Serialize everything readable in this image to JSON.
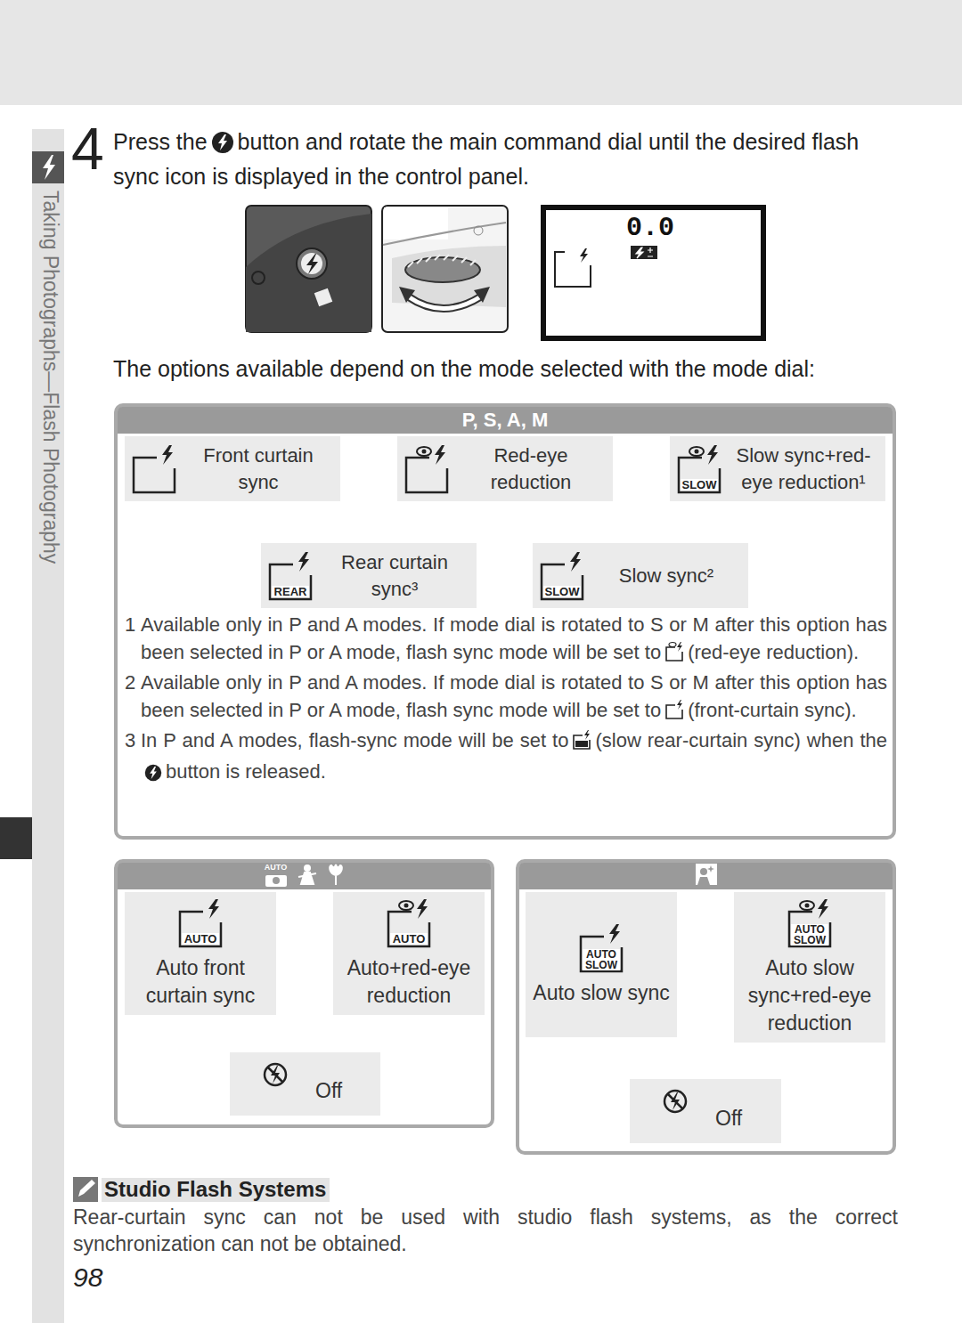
{
  "diagram": {
    "nodes": [
      {
        "text": [
          "P, S, A, M"
        ]
      },
      {
        "text": [
          "Front curtain sync"
        ],
        "in": 0
      },
      {
        "text": [
          "Red-eye reduction"
        ],
        "in": 0
      },
      {
        "text": [
          "SLOW",
          "Slow sync+red-eye reduction¹"
        ],
        "in": 0
      },
      {
        "text": [
          "REAR",
          "Rear curtain sync³"
        ],
        "in": 0
      },
      {
        "text": [
          "SLOW",
          "Slow sync²"
        ],
        "in": 0
      },
      {
        "text": [
          "AUTO"
        ]
      },
      {
        "text": [
          "AUTO",
          "Auto front curtain sync"
        ],
        "in": 6
      },
      {
        "text": [
          "AUTO",
          "Auto+red-eye reduction"
        ],
        "in": 6
      },
      {
        "text": [
          "Off"
        ],
        "in": 6
      },
      {
        "text": []
      },
      {
        "text": [
          "AUTO SLOW",
          "Auto slow sync"
        ],
        "in": 10
      },
      {
        "text": [
          "AUTO SLOW",
          "Auto slow sync+red-eye reduction"
        ],
        "in": 10
      },
      {
        "text": [
          "Off"
        ],
        "in": 10
      }
    ],
    "edges": [
      {
        "from": 1,
        "to": 2,
        "arrow": "both"
      },
      {
        "from": 2,
        "to": 3,
        "arrow": "both"
      },
      {
        "from": 3,
        "to": 5,
        "arrow": "both"
      },
      {
        "from": 5,
        "to": 4,
        "arrow": "both"
      },
      {
        "from": 4,
        "to": 1,
        "arrow": "both"
      },
      {
        "from": 7,
        "to": 8,
        "arrow": "both"
      },
      {
        "from": 8,
        "to": 9,
        "arrow": "both"
      },
      {
        "from": 9,
        "to": 7,
        "arrow": "both"
      },
      {
        "from": 11,
        "to": 12,
        "arrow": "both"
      },
      {
        "from": 12,
        "to": 13,
        "arrow": "both"
      },
      {
        "from": 13,
        "to": 11,
        "arrow": "both"
      }
    ],
    "labels": [
      "4",
      "Press the",
      "button and rotate the main command dial until the desired flash sync icon is displayed in the control panel.",
      "0.0",
      "The options available depend on the mode selected with the mode dial:",
      "1",
      "Available only in P and A modes.  If mode dial is rotated to S or M after this option has been selected in P or A mode, flash sync mode will be set to",
      "(red-eye reduction).",
      "2",
      "Available only in P and A modes.  If mode dial is rotated to S or M after this option has been selected in P or A mode, flash sync mode will be set to",
      "(front-curtain sync).",
      "3",
      "In P and A modes, flash-sync mode will be set to",
      "(slow rear-curtain sync) when the",
      "button is released.",
      "Studio Flash Systems",
      "Rear-curtain sync can not be used with studio flash systems, as the correct synchronization can not be obtained.",
      "98",
      "Taking Photographs—Flash Photography"
    ]
  }
}
